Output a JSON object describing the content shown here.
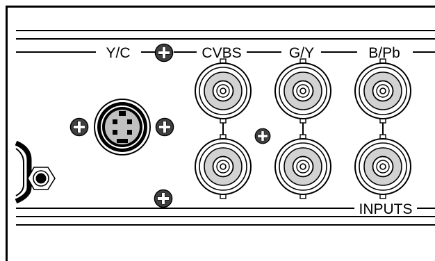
{
  "labels": {
    "yc": "Y/C",
    "cvbs": "CVBS",
    "gy": "G/Y",
    "bpb": "B/Pb",
    "inputs": "INPUTS"
  },
  "colors": {
    "line": "#000000",
    "connector_fill": "#d2d2d2",
    "screw_fill": "#404040",
    "background": "#ffffff"
  },
  "components": {
    "svideo_connector": "4-pin mini-DIN",
    "bnc_connectors": [
      "cvbs-top",
      "cvbs-bottom",
      "gy-top",
      "gy-bottom",
      "bpb-top",
      "bpb-bottom"
    ],
    "screws": [
      "screw-top-center",
      "screw-svideo-left",
      "screw-svideo-right",
      "screw-middle",
      "screw-bottom-center"
    ]
  }
}
